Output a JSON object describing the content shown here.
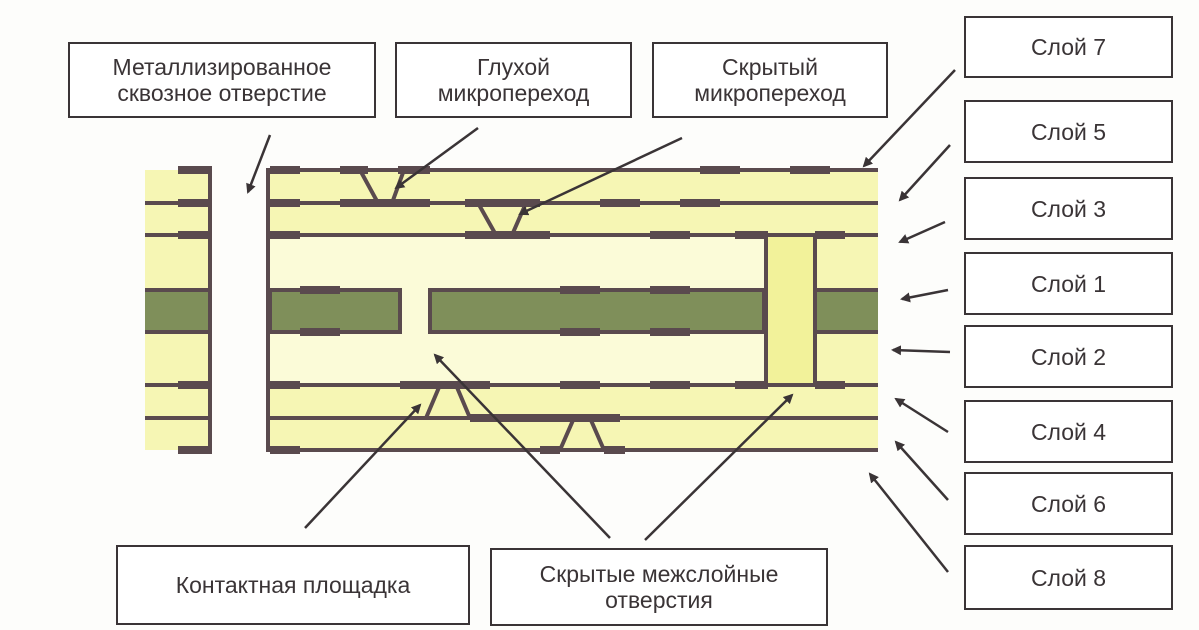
{
  "labels": {
    "through_hole": "Металлизированное сквозное отверстие",
    "blind_microvia": "Глухой микропереход",
    "buried_microvia": "Скрытый микропереход",
    "contact_pad": "Контактная площадка",
    "buried_vias": "Скрытые межслойные отверстия"
  },
  "layers": [
    "Слой 7",
    "Слой 5",
    "Слой 3",
    "Слой 1",
    "Слой 2",
    "Слой 4",
    "Слой 6",
    "Слой 8"
  ],
  "colors": {
    "dielectric": "#f6f6b4",
    "core": "#7f8f5a",
    "copper": "#5a4a4e",
    "line": "#3a3436"
  }
}
